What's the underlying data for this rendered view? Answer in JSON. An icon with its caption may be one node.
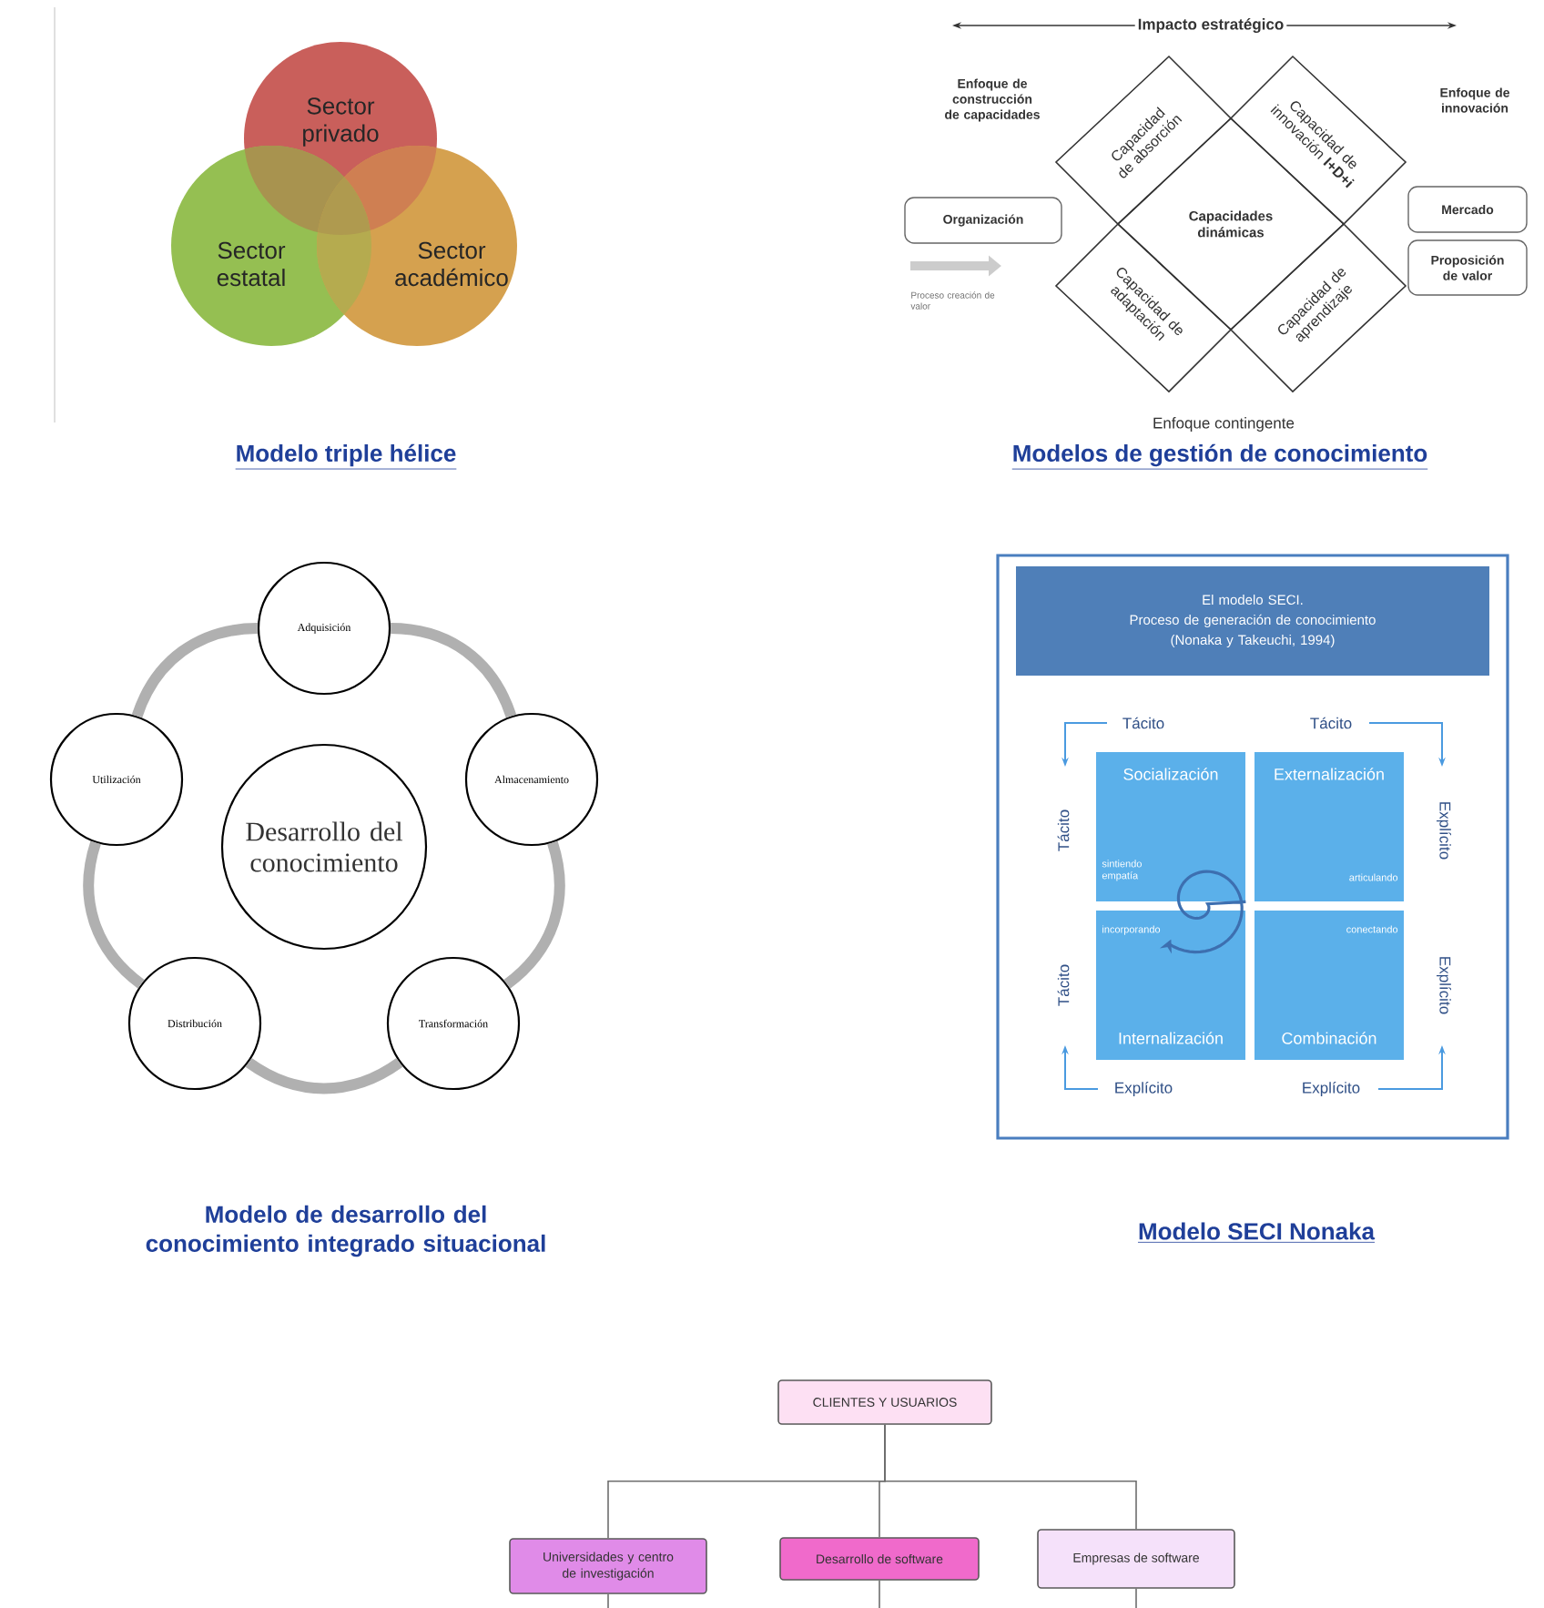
{
  "diagram": {
    "nodes": [
      {
        "text": [
          "Sector privado"
        ]
      },
      {
        "text": [
          "Sector estatal"
        ]
      },
      {
        "text": [
          "Sector académico"
        ]
      },
      {
        "text": [
          "Capacidad de absorción"
        ]
      },
      {
        "text": [
          "Capacidad de innovación **I+D+i**"
        ]
      },
      {
        "text": [
          "Capacidades dinámicas"
        ]
      },
      {
        "text": [
          "Capacidad de adaptación"
        ]
      },
      {
        "text": [
          "Capacidad de aprendizaje"
        ]
      },
      {
        "text": [
          "Organización"
        ]
      },
      {
        "text": [
          "Mercado"
        ]
      },
      {
        "text": [
          "Proposición de valor"
        ]
      },
      {
        "text": [
          "Adquisición"
        ]
      },
      {
        "text": [
          "Utilización"
        ]
      },
      {
        "text": [
          "Desarrollo del conocimiento"
        ]
      },
      {
        "text": [
          "Almacenamiento"
        ]
      },
      {
        "text": [
          "Distribución"
        ]
      },
      {
        "text": [
          "Transformación"
        ]
      },
      {
        "text": [],
        "shape": "box"
      },
      {
        "text": [
          "El modelo SECI.",
          "Proceso de generación de conocimiento (Nonaka y Takeuchi, 1994)"
        ],
        "in": 17
      },
      {
        "text": [
          "Socialización",
          "sintiendo empatía"
        ],
        "in": 17
      },
      {
        "text": [
          "Externalización",
          "articulando"
        ],
        "in": 17
      },
      {
        "text": [
          "incorporando",
          "Internalización"
        ],
        "in": 17
      },
      {
        "text": [
          "conectando",
          "Combinación"
        ],
        "in": 17
      },
      {
        "text": [
          "CLIENTES Y USUARIOS"
        ]
      },
      {
        "text": [
          "Universidades y centro de investigación"
        ]
      },
      {
        "text": [
          "Desarrollo de software"
        ]
      },
      {
        "text": [
          "Empresas de software"
        ]
      }
    ],
    "edges": [
      {
        "from": 11,
        "to": 14,
        "arrow": "none",
        "style": "thick",
        "color": "#b0b0b0"
      },
      {
        "from": 14,
        "to": 16,
        "arrow": "none",
        "style": "thick",
        "color": "#b0b0b0"
      },
      {
        "from": 16,
        "to": 15,
        "arrow": "none",
        "style": "thick",
        "color": "#b0b0b0"
      },
      {
        "from": 15,
        "to": 12,
        "arrow": "none",
        "style": "thick",
        "color": "#b0b0b0"
      },
      {
        "from": 12,
        "to": 11,
        "arrow": "none",
        "style": "thick",
        "color": "#b0b0b0"
      },
      {
        "from": 19,
        "to": 21,
        "arrow": "to",
        "color": "#3d6fb0"
      },
      {
        "from": 23,
        "to": 24,
        "arrow": "none"
      },
      {
        "from": 23,
        "to": 25,
        "arrow": "none"
      },
      {
        "from": 23,
        "to": 26,
        "arrow": "none"
      },
      {
        "from": 24,
        "to": null,
        "arrow": "none"
      },
      {
        "from": 25,
        "to": null,
        "arrow": "none"
      },
      {
        "from": 26,
        "to": null,
        "arrow": "none"
      }
    ],
    "labels": [
      "Modelo triple hélice",
      "Impacto estratégico",
      "Enfoque de construcción de capacidades",
      "Enfoque de innovación",
      "Proceso creación de valor",
      "Enfoque contingente",
      "Modelos de gestión de conocimiento",
      "Tácito",
      "Tácito",
      "Tácito",
      "Explícito",
      "Tácito",
      "Explícito",
      "Explícito",
      "Explícito",
      "Modelo de desarrollo del conocimiento integrado situacional",
      "Modelo SECI Nonaka"
    ]
  }
}
